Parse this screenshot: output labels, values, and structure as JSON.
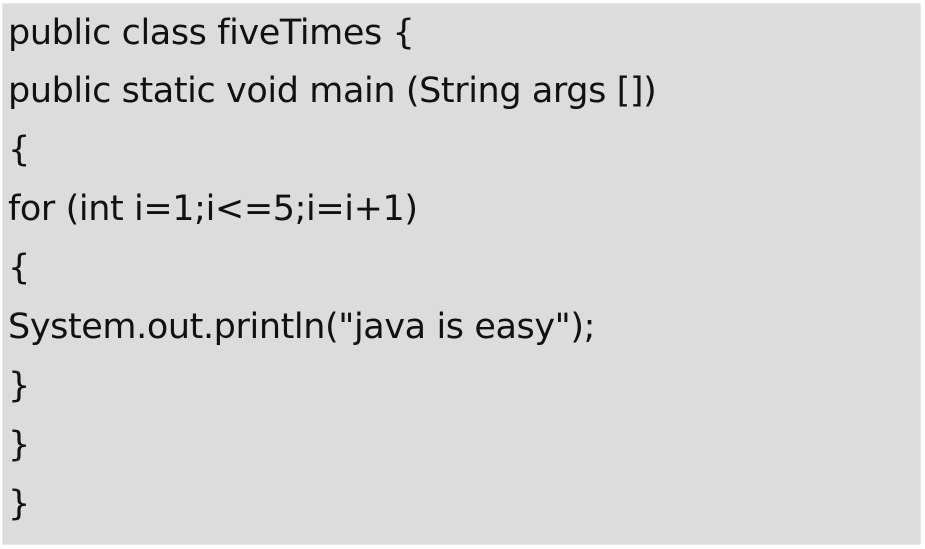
{
  "code": {
    "lines": [
      "public class fiveTimes {",
      "public static void main (String args [])",
      "{",
      "for (int i=1;i<=5;i=i+1)",
      "{",
      "System.out.println(\"java is easy\");",
      "}",
      "}",
      "}"
    ]
  }
}
